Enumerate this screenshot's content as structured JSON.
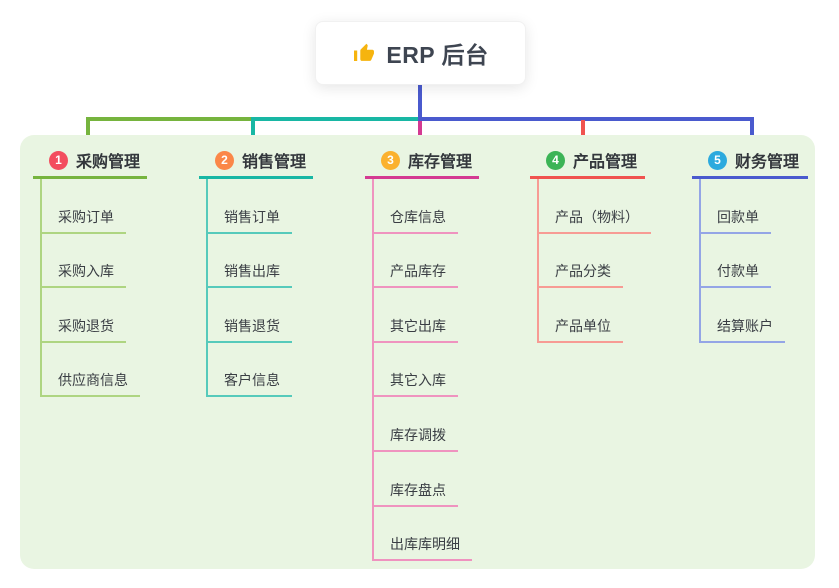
{
  "root": {
    "icon": "thumbs-up-icon",
    "label": "ERP 后台"
  },
  "branches": [
    {
      "num": "1",
      "label": "采购管理",
      "badge_color": "#f34d5e",
      "line_color": "#76b43e",
      "child_line_color": "#aed581",
      "children": [
        "采购订单",
        "采购入库",
        "采购退货",
        "供应商信息"
      ]
    },
    {
      "num": "2",
      "label": "销售管理",
      "badge_color": "#fb8748",
      "line_color": "#18b7a4",
      "child_line_color": "#56cabb",
      "children": [
        "销售订单",
        "销售出库",
        "销售退货",
        "客户信息"
      ]
    },
    {
      "num": "3",
      "label": "库存管理",
      "badge_color": "#fbb12e",
      "line_color": "#d43a92",
      "child_line_color": "#ef93bf",
      "children": [
        "仓库信息",
        "产品库存",
        "其它出库",
        "其它入库",
        "库存调拨",
        "库存盘点",
        "出库库明细"
      ]
    },
    {
      "num": "4",
      "label": "产品管理",
      "badge_color": "#3cb456",
      "line_color": "#f0534f",
      "child_line_color": "#f79b94",
      "children": [
        "产品（物料）",
        "产品分类",
        "产品单位"
      ]
    },
    {
      "num": "5",
      "label": "财务管理",
      "badge_color": "#2caade",
      "line_color": "#4a5ace",
      "child_line_color": "#94a5e6",
      "children": [
        "回款单",
        "付款单",
        "结算账户"
      ]
    }
  ]
}
